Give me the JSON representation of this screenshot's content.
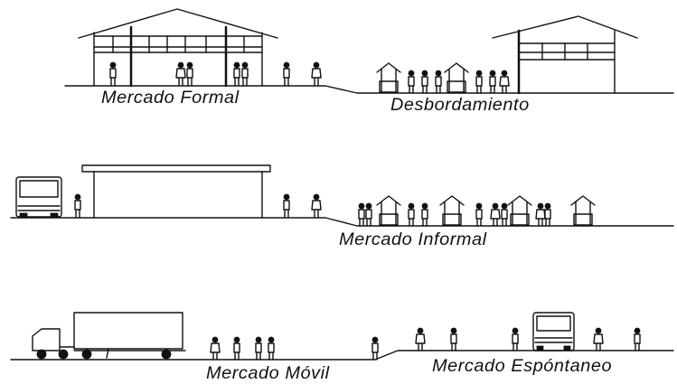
{
  "labels": {
    "mercado_formal": "Mercado Formal",
    "desbordamiento": "Desbordamiento",
    "mercado_informal": "Mercado Informal",
    "mercado_movil": "Mercado Móvil",
    "mercado_espontaneo": "Mercado Espóntaneo"
  },
  "icons": [
    "shed-roof-icon",
    "person-icon",
    "market-stall-icon",
    "truck-icon",
    "trailer-truck-icon"
  ],
  "colors": {
    "ink": "#111111",
    "background": "#ffffff"
  }
}
